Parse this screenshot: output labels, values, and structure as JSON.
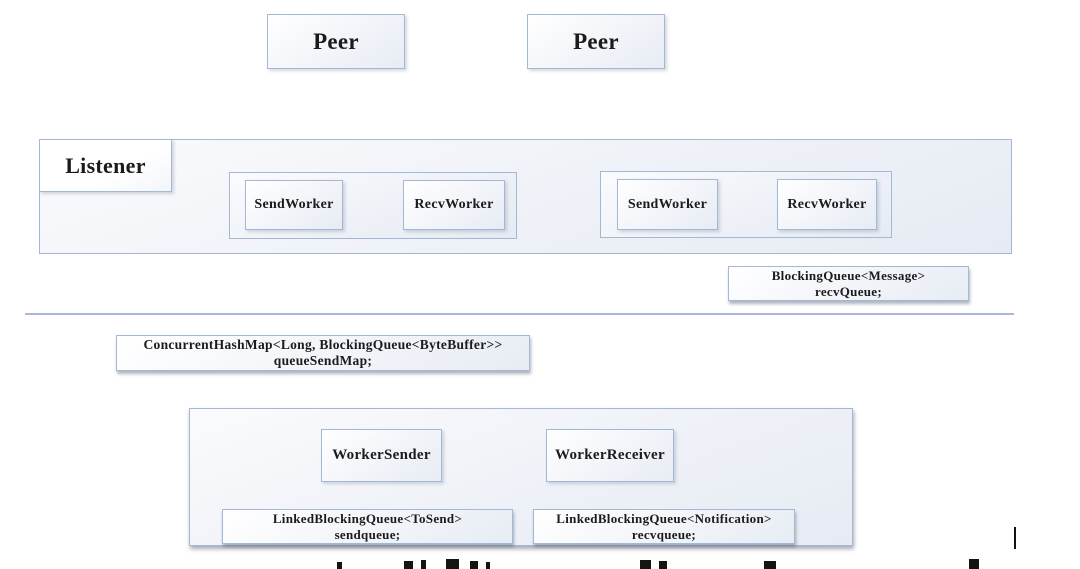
{
  "diagram": {
    "peers": [
      {
        "label": "Peer"
      },
      {
        "label": "Peer"
      }
    ],
    "listener": {
      "label": "Listener"
    },
    "worker_groups": [
      {
        "workers": [
          {
            "label": "SendWorker"
          },
          {
            "label": "RecvWorker"
          }
        ]
      },
      {
        "workers": [
          {
            "label": "SendWorker"
          },
          {
            "label": "RecvWorker"
          }
        ]
      }
    ],
    "recv_queue_box": {
      "line1": "BlockingQueue<Message>",
      "line2": "recvQueue;"
    },
    "send_map_box": {
      "line1": "ConcurrentHashMap<Long, BlockingQueue<ByteBuffer>>",
      "line2": "queueSendMap;"
    },
    "worker_boxes": [
      {
        "label": "WorkerSender"
      },
      {
        "label": "WorkerReceiver"
      }
    ],
    "queue_boxes": [
      {
        "line1": "LinkedBlockingQueue<ToSend>",
        "line2": "sendqueue;"
      },
      {
        "line1": "LinkedBlockingQueue<Notification>",
        "line2": "recvqueue;"
      }
    ],
    "colors": {
      "box_border": "#a4b7d3",
      "divider_rule": "#a9b8d4",
      "text": "#1b1b1b",
      "box_fill_light": "#e7ecf4"
    }
  }
}
